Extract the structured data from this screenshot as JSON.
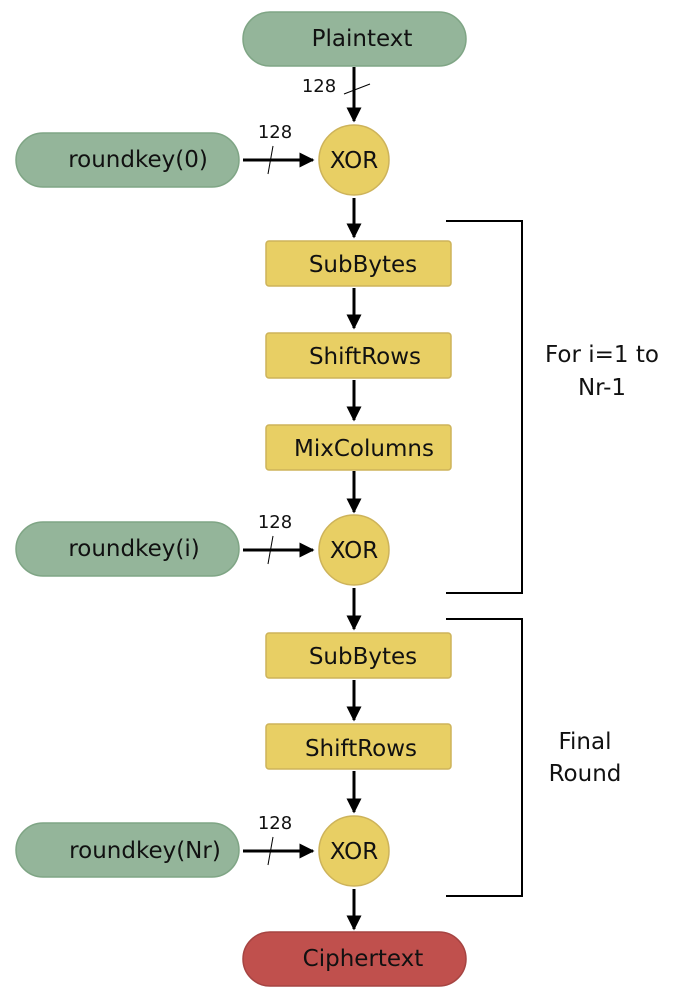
{
  "nodes": {
    "plaintext": "Plaintext",
    "roundkey0": "roundkey(0)",
    "xor0": "XOR",
    "subbytes1": "SubBytes",
    "shiftrows1": "ShiftRows",
    "mixcolumns": "MixColumns",
    "roundkey_i": "roundkey(i)",
    "xor_i": "XOR",
    "subbytes2": "SubBytes",
    "shiftrows2": "ShiftRows",
    "roundkey_nr": "roundkey(Nr)",
    "xor_nr": "XOR",
    "ciphertext": "Ciphertext"
  },
  "bus_widths": {
    "plaintext_to_xor0": "128",
    "roundkey0_to_xor0": "128",
    "roundkey_i_to_xor_i": "128",
    "roundkey_nr_to_xor_nr": "128"
  },
  "brackets": {
    "loop_round_line1": "For i=1 to",
    "loop_round_line2": "Nr-1",
    "final_round_line1": "Final",
    "final_round_line2": "Round"
  },
  "colors": {
    "io_box": "#94b59a",
    "io_box_border": "#7fa585",
    "operation_box": "#e8cf64",
    "operation_box_border": "#cdb35a",
    "ciphertext_box": "#c0504d",
    "ciphertext_border": "#a64442",
    "arrow": "#000000"
  }
}
